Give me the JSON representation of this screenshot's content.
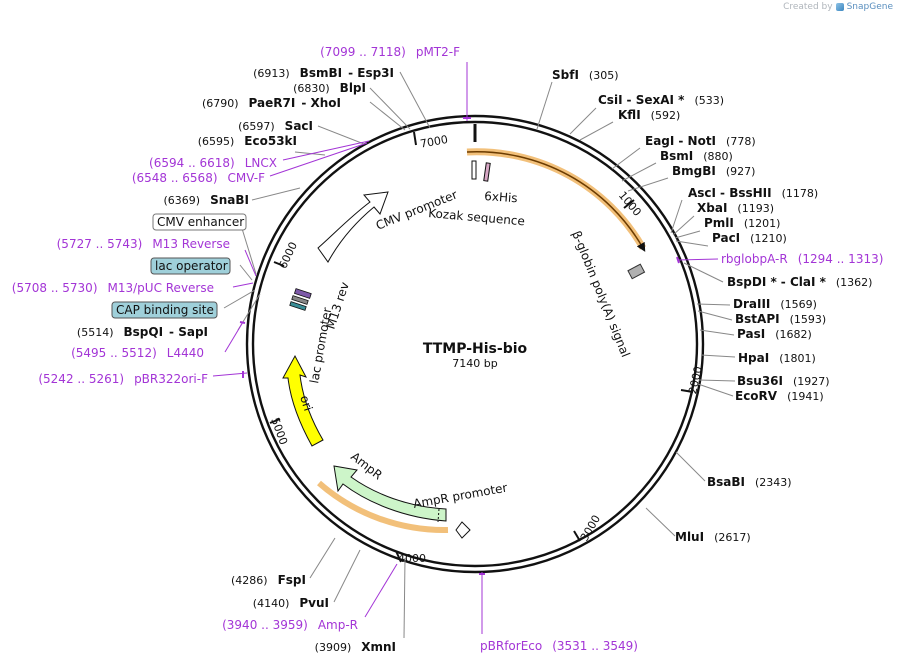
{
  "credit": {
    "prefix": "Created by",
    "brand": "SnapGene"
  },
  "plasmid": {
    "name": "TTMP-His-bio",
    "length_label": "7140 bp",
    "length": 7140
  },
  "colors": {
    "primer": "#a335d6",
    "backbone": "#111111",
    "leader": "#9a9a9a"
  },
  "ticks": [
    "1000",
    "2000",
    "3000",
    "4000",
    "5000",
    "6000",
    "7000"
  ],
  "enzymes": [
    {
      "name": "SbfI",
      "pos": "(305)"
    },
    {
      "name": "CsiI",
      "name2": "SexAI *",
      "pos": "(533)"
    },
    {
      "name": "KflI",
      "pos": "(592)"
    },
    {
      "name": "EagI",
      "name2": "NotI",
      "pos": "(778)"
    },
    {
      "name": "BsmI",
      "pos": "(880)"
    },
    {
      "name": "BmgBI",
      "pos": "(927)"
    },
    {
      "name": "AscI",
      "name2": "BssHII",
      "pos": "(1178)"
    },
    {
      "name": "XbaI",
      "pos": "(1193)"
    },
    {
      "name": "PmlI",
      "pos": "(1201)"
    },
    {
      "name": "PacI",
      "pos": "(1210)"
    },
    {
      "name": "BspDI *",
      "name2": "ClaI *",
      "pos": "(1362)"
    },
    {
      "name": "DraIII",
      "pos": "(1569)"
    },
    {
      "name": "BstAPI",
      "pos": "(1593)"
    },
    {
      "name": "PasI",
      "pos": "(1682)"
    },
    {
      "name": "HpaI",
      "pos": "(1801)"
    },
    {
      "name": "Bsu36I",
      "pos": "(1927)"
    },
    {
      "name": "EcoRV",
      "pos": "(1941)"
    },
    {
      "name": "BsaBI",
      "pos": "(2343)"
    },
    {
      "name": "MluI",
      "pos": "(2617)"
    },
    {
      "name": "XmnI",
      "pos": "(3909)"
    },
    {
      "name": "PvuI",
      "pos": "(4140)"
    },
    {
      "name": "FspI",
      "pos": "(4286)"
    },
    {
      "name": "BspQI",
      "name2": "SapI",
      "pos": "(5514)"
    },
    {
      "name": "SnaBI",
      "pos": "(6369)"
    },
    {
      "name": "Eco53kI",
      "pos": "(6595)"
    },
    {
      "name": "SacI",
      "pos": "(6597)"
    },
    {
      "name": "PaeR7I",
      "name2": "XhoI",
      "pos": "(6790)"
    },
    {
      "name": "BlpI",
      "pos": "(6830)"
    },
    {
      "name": "BsmBI",
      "name2": "Esp3I",
      "pos": "(6913)"
    }
  ],
  "primers": [
    {
      "name": "pMT2-F",
      "range": "(7099 .. 7118)"
    },
    {
      "name": "rbglobpA-R",
      "range": "(1294 .. 1313)"
    },
    {
      "name": "pBRforEco",
      "range": "(3531 .. 3549)"
    },
    {
      "name": "Amp-R",
      "range": "(3940 .. 3959)"
    },
    {
      "name": "pBR322ori-F",
      "range": "(5242 .. 5261)"
    },
    {
      "name": "L4440",
      "range": "(5495 .. 5512)"
    },
    {
      "name": "M13/pUC Reverse",
      "range": "(5708 .. 5730)"
    },
    {
      "name": "M13 Reverse",
      "range": "(5727 .. 5743)"
    },
    {
      "name": "CMV-F",
      "range": "(6548 .. 6568)"
    },
    {
      "name": "LNCX",
      "range": "(6594 .. 6618)"
    }
  ],
  "boxed_features": [
    {
      "name": "CMV enhancer",
      "color": "#ffffff"
    },
    {
      "name": "lac operator",
      "color": "#9fd0da"
    },
    {
      "name": "CAP binding site",
      "color": "#9fd0da"
    }
  ],
  "features": [
    {
      "name": "CMV promoter"
    },
    {
      "name": "6xHis"
    },
    {
      "name": "Kozak sequence"
    },
    {
      "name": "β-globin poly(A) signal"
    },
    {
      "name": "AmpR promoter"
    },
    {
      "name": "AmpR"
    },
    {
      "name": "ori"
    },
    {
      "name": "lac promoter"
    },
    {
      "name": "M13 rev"
    }
  ],
  "feature_colors": {
    "ampr": "#cdf5c9",
    "ori": "#ffff00",
    "highlight": "#f2c07a",
    "polyA": "#b0b0b0",
    "promoter": "#ffffff"
  }
}
